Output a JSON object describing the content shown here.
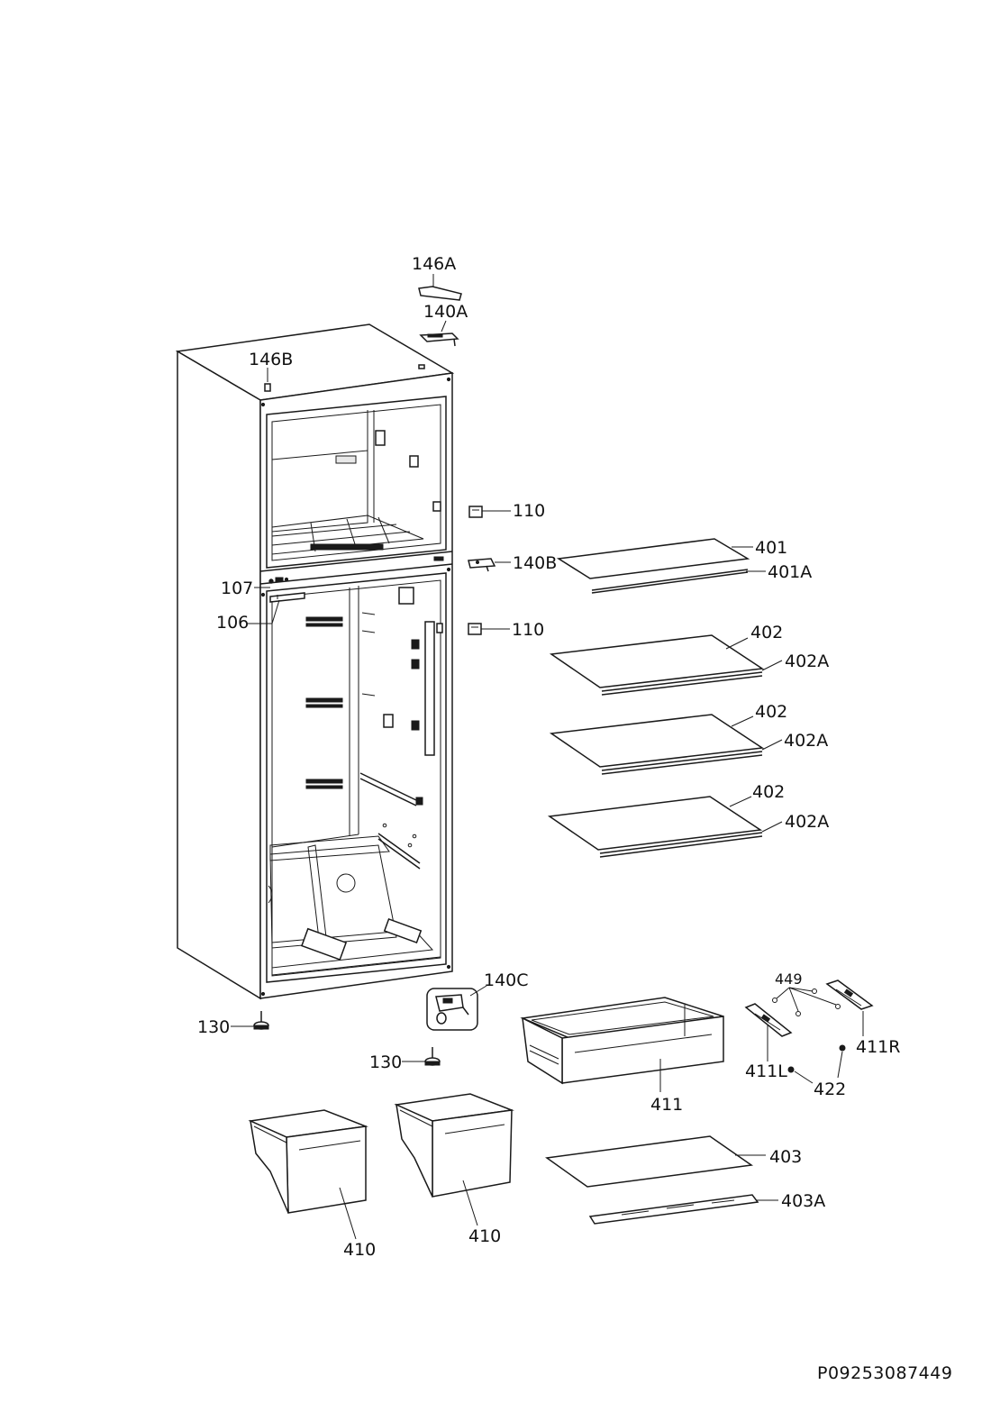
{
  "labels": {
    "l146A": "146A",
    "l140A": "140A",
    "l146B": "146B",
    "l110a": "110",
    "l140B": "140B",
    "l107": "107",
    "l106": "106",
    "l110b": "110",
    "l401": "401",
    "l401A": "401A",
    "l402a": "402",
    "l402Aa": "402A",
    "l402b": "402",
    "l402Ab": "402A",
    "l402c": "402",
    "l402Ac": "402A",
    "l140C": "140C",
    "l449": "449",
    "l130a": "130",
    "l130b": "130",
    "l411R": "411R",
    "l411L": "411L",
    "l422": "422",
    "l411": "411",
    "l403": "403",
    "l403A": "403A",
    "l410a": "410",
    "l410b": "410"
  },
  "drawing_code": "P09253087449"
}
